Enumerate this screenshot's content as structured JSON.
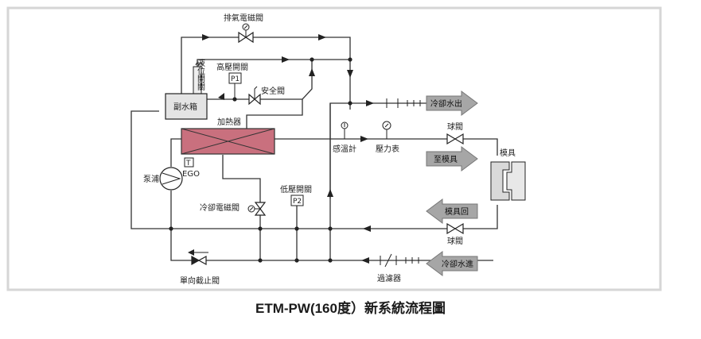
{
  "caption": "ETM-PW(160度）新系統流程圖",
  "labels": {
    "exhaust_valve": "排氣電磁閥",
    "level_gauge": "液位開關",
    "high_pressure_switch": "高壓開關",
    "p1": "P1",
    "safety_valve": "安全閥",
    "sub_tank": "副水箱",
    "heater": "加熱器",
    "t_sensor": "T",
    "ego": "EGO",
    "pump": "泵浦",
    "cooling_solenoid": "冷卻電磁閥",
    "low_pressure_switch": "低壓開關",
    "p2": "P2",
    "thermometer": "感溫計",
    "pressure_gauge": "壓力表",
    "ball_valve_top": "球閥",
    "ball_valve_bottom": "球閥",
    "mold": "模具",
    "check_valve": "單向截止閥",
    "filter": "過濾器"
  },
  "arrows": {
    "cooling_water_out": "冷卻水出",
    "to_mold": "至模具",
    "mold_return": "模具回",
    "cooling_water_in": "冷卻水進"
  },
  "colors": {
    "heater_fill": "#c9707e",
    "arrow_fill": "#a6a6a6",
    "frame_border": "#d6d6d6"
  }
}
